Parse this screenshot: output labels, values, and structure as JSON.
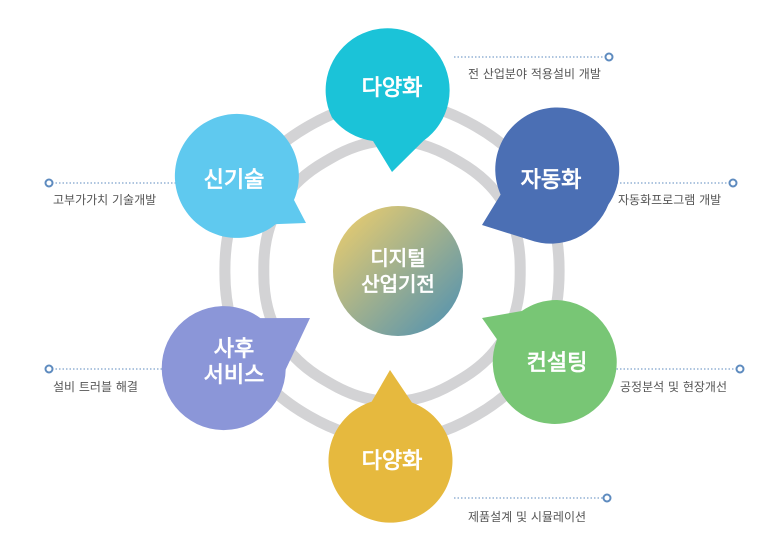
{
  "center": {
    "line1": "디지털",
    "line2": "산업기전",
    "gradient": [
      "#f3d06a",
      "#4a8fb4"
    ]
  },
  "nodes": [
    {
      "id": "top",
      "line1": "다양화",
      "line2": "",
      "color": "#1bc3d8"
    },
    {
      "id": "upper-right",
      "line1": "자동화",
      "line2": "",
      "color": "#4b6fb4"
    },
    {
      "id": "lower-right",
      "line1": "컨설팅",
      "line2": "",
      "color": "#78c675"
    },
    {
      "id": "bottom",
      "line1": "다양화",
      "line2": "",
      "color": "#e6b93e"
    },
    {
      "id": "lower-left",
      "line1": "사후",
      "line2": "서비스",
      "color": "#8b96d8"
    },
    {
      "id": "upper-left",
      "line1": "신기술",
      "line2": "",
      "color": "#5fc9ef"
    }
  ],
  "notes": [
    {
      "id": "top",
      "text": "전 산업분야 적용설비 개발"
    },
    {
      "id": "upper-right",
      "text": "자동화프로그램 개발"
    },
    {
      "id": "lower-right",
      "text": "공정분석 및 현장개선"
    },
    {
      "id": "bottom",
      "text": "제품설계 및 시뮬레이션"
    },
    {
      "id": "lower-left",
      "text": "설비 트러블 해결"
    },
    {
      "id": "upper-left",
      "text": "고부가가치 기술개발"
    }
  ],
  "ring_color": "#d3d3d5",
  "leader_color": "#5e8bbf"
}
